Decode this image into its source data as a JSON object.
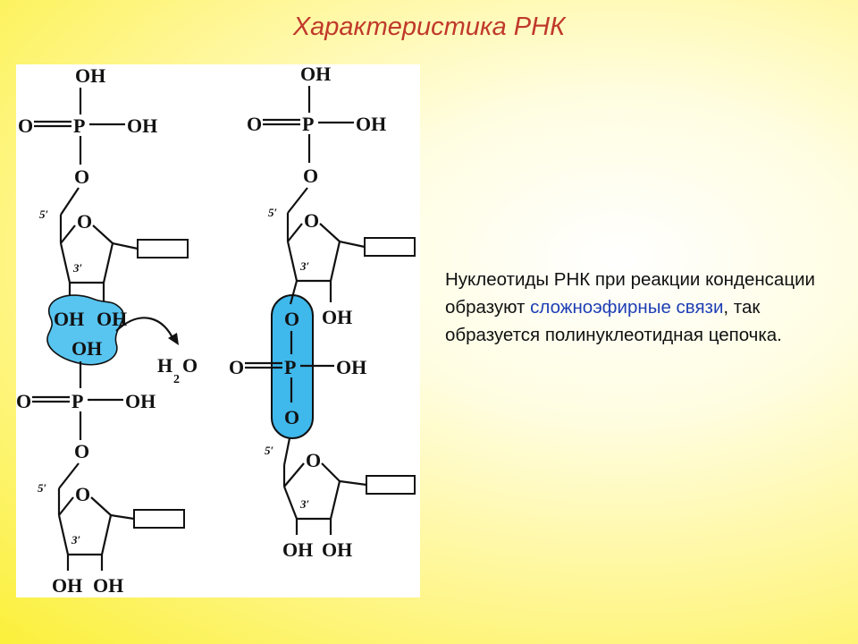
{
  "slide": {
    "title": "Характеристика РНК"
  },
  "diagram": {
    "atom_labels": {
      "OH": "OH",
      "O": "O",
      "P": "P",
      "water_H": "H",
      "water_sub": "2",
      "water_O": "O",
      "carbon_5": "5′",
      "carbon_3": "3′"
    },
    "highlight_colors": {
      "condensation_blob": "#58c4f0",
      "ester_bridge": "#3fb8ec",
      "outline": "#111111"
    }
  },
  "description": {
    "text_before": "Нуклеотиды РНК при реакции конденсации образуют ",
    "highlight": "сложноэфирные связи",
    "text_after": ", так образуется полинуклеотидная цепочка.",
    "highlight_color": "#1f3fb5"
  }
}
